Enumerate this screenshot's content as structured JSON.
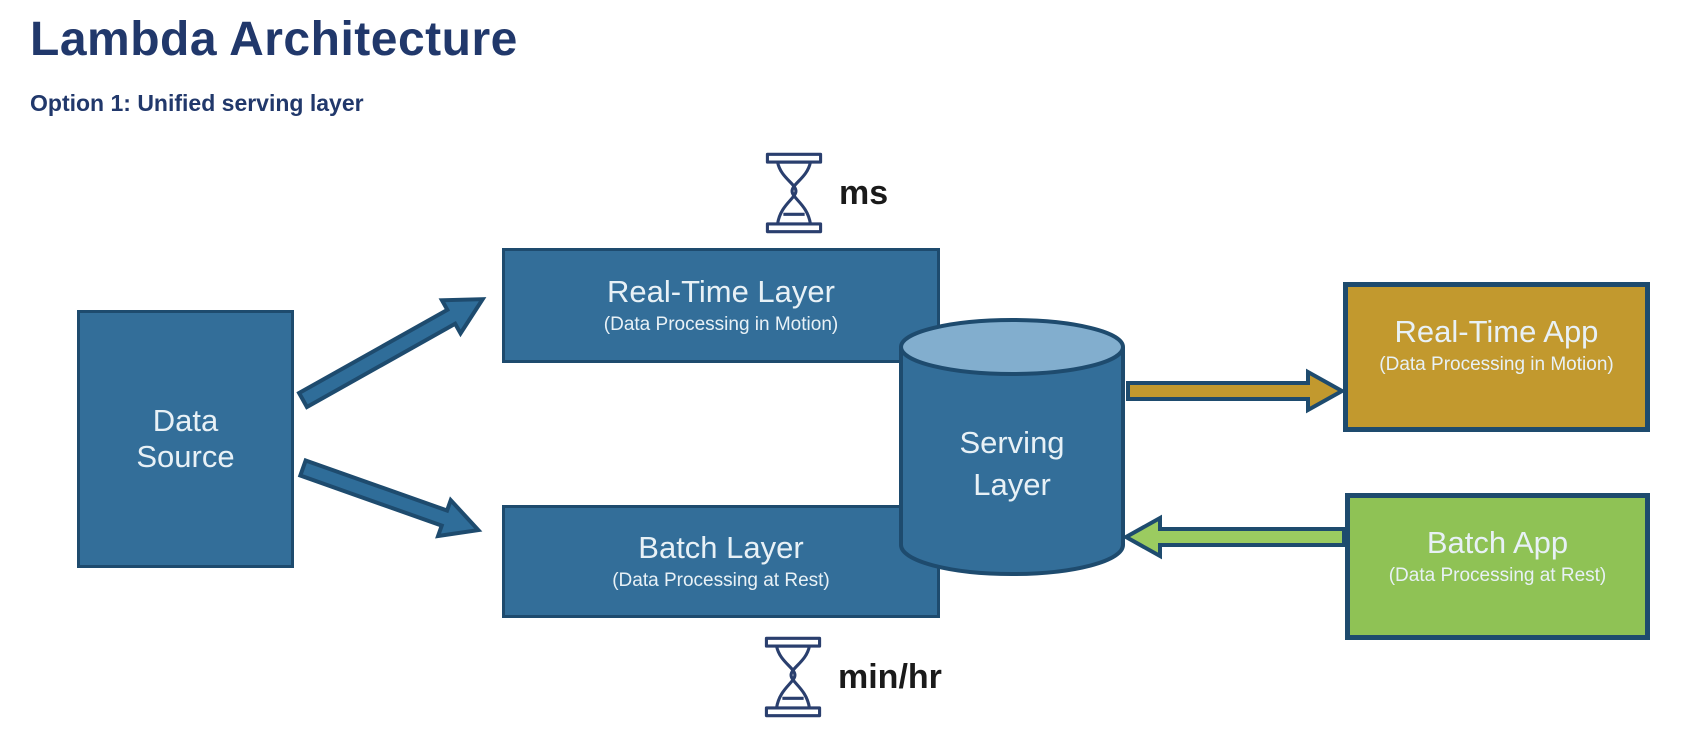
{
  "header": {
    "title": "Lambda Architecture",
    "subtitle": "Option 1: Unified serving layer"
  },
  "colors": {
    "title": "#21386B",
    "node_blue": "#336E99",
    "node_border": "#1E4B6E",
    "cylinder_top": "#82AECE",
    "node_gold": "#C2992E",
    "node_green": "#8FC255",
    "arrow_blue": "#2F6D99",
    "arrow_gold": "#C2992E",
    "arrow_green": "#9BCB60",
    "icon_navy": "#2A3F6E",
    "node_text": "#E8F1F6",
    "timing_text": "#1A1A1A",
    "background": "#FFFFFF"
  },
  "nodes": {
    "data_source": {
      "label": "Data Source"
    },
    "real_time_layer": {
      "label": "Real-Time Layer",
      "sublabel": "(Data Processing in Motion)"
    },
    "batch_layer": {
      "label": "Batch Layer",
      "sublabel": "(Data Processing at Rest)"
    },
    "serving_layer": {
      "label": "Serving Layer"
    },
    "real_time_app": {
      "label": "Real-Time App",
      "sublabel": "(Data Processing in Motion)"
    },
    "batch_app": {
      "label": "Batch App",
      "sublabel": "(Data Processing at Rest)"
    }
  },
  "timings": {
    "real_time": {
      "icon": "hourglass-icon",
      "label": "ms"
    },
    "batch": {
      "icon": "hourglass-icon",
      "label": "min/hr"
    }
  }
}
